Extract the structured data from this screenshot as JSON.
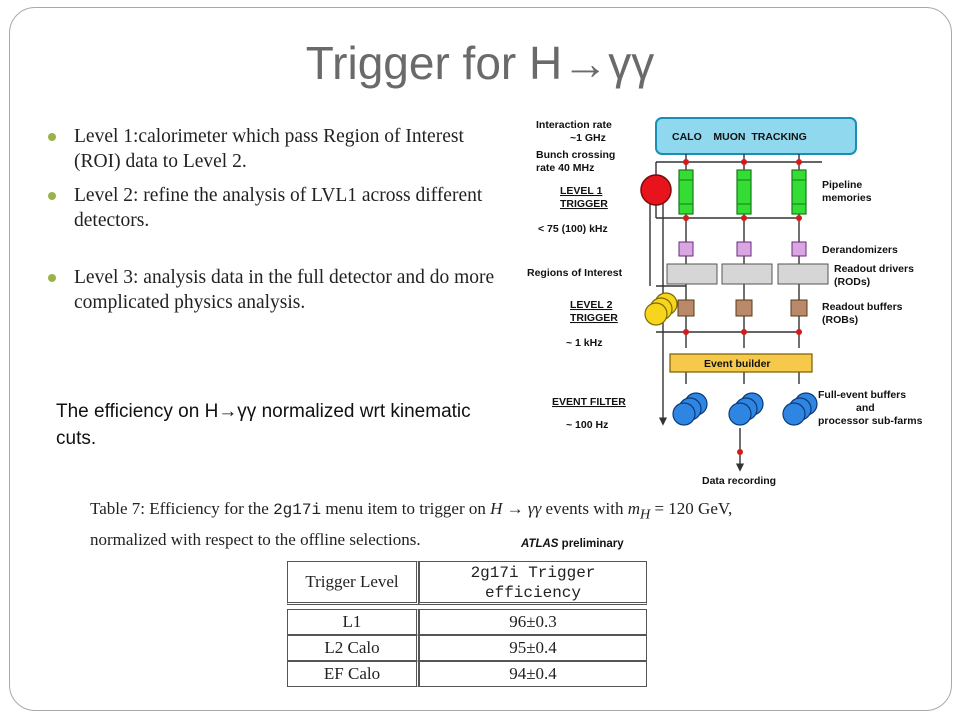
{
  "slide": {
    "title": "Trigger for H→γγ",
    "bullets": [
      "Level 1:calorimeter which pass Region of Interest (ROI) data to Level 2.",
      "Level 2: refine the analysis of LVL1 across different detectors.",
      "Level 3: analysis data in the full detector and do more complicated physics analysis."
    ],
    "efficiency_note": "The efficiency on H→γγ normalized wrt kinematic cuts."
  },
  "diagram": {
    "interaction_rate": "Interaction rate",
    "interaction_rate_value": "~1 GHz",
    "bunch_crossing": "Bunch crossing",
    "bunch_crossing_rate": "rate 40 MHz",
    "level1_line1": "LEVEL 1",
    "level1_line2": "TRIGGER",
    "level1_rate": "< 75 (100) kHz",
    "regions_of_interest": "Regions of Interest",
    "level2_line1": "LEVEL 2",
    "level2_line2": "TRIGGER",
    "level2_rate": "~ 1 kHz",
    "event_filter": "EVENT FILTER",
    "event_filter_rate": "~ 100 Hz",
    "detectors_box": "CALO    MUON  TRACKING",
    "pipeline_line1": "Pipeline",
    "pipeline_line2": "memories",
    "derandomizers": "Derandomizers",
    "readout_drivers_line1": "Readout drivers",
    "readout_drivers_line2": "(RODs)",
    "readout_buffers_line1": "Readout buffers",
    "readout_buffers_line2": "(ROBs)",
    "event_builder": "Event builder",
    "full_event_line1": "Full-event buffers",
    "full_event_line2": "and",
    "full_event_line3": "processor sub-farms",
    "data_recording": "Data recording",
    "colors": {
      "calo_box": "#8fd8ee",
      "pipeline": "#33dd33",
      "level1_trigger": "#e8141d",
      "level2_trigger": "#f7d51d",
      "event_builder": "#f7c94a",
      "processor_farm": "#2f86e2",
      "rods": "#d6d6d6",
      "robs": "#b9896a",
      "derandomizers": "#d9a6e3"
    }
  },
  "caption": {
    "prefix": "Table 7:  Efficiency for the ",
    "menu_item": "2g17i",
    "middle": " menu item to trigger on ",
    "process": "H → γγ",
    "events_with": " events with ",
    "mass": "m",
    "mass_sub": "H",
    "mass_value": " = 120 GeV,",
    "line2": "normalized with respect to the offline selections."
  },
  "atlas_label": {
    "italic": "ATLAS",
    "rest": " preliminary"
  },
  "table": {
    "headers": [
      "Trigger Level",
      "2g17i Trigger efficiency"
    ],
    "rows": [
      {
        "level": "L1",
        "efficiency": "96±0.3"
      },
      {
        "level": "L2 Calo",
        "efficiency": "95±0.4"
      },
      {
        "level": "EF Calo",
        "efficiency": "94±0.4"
      }
    ]
  }
}
